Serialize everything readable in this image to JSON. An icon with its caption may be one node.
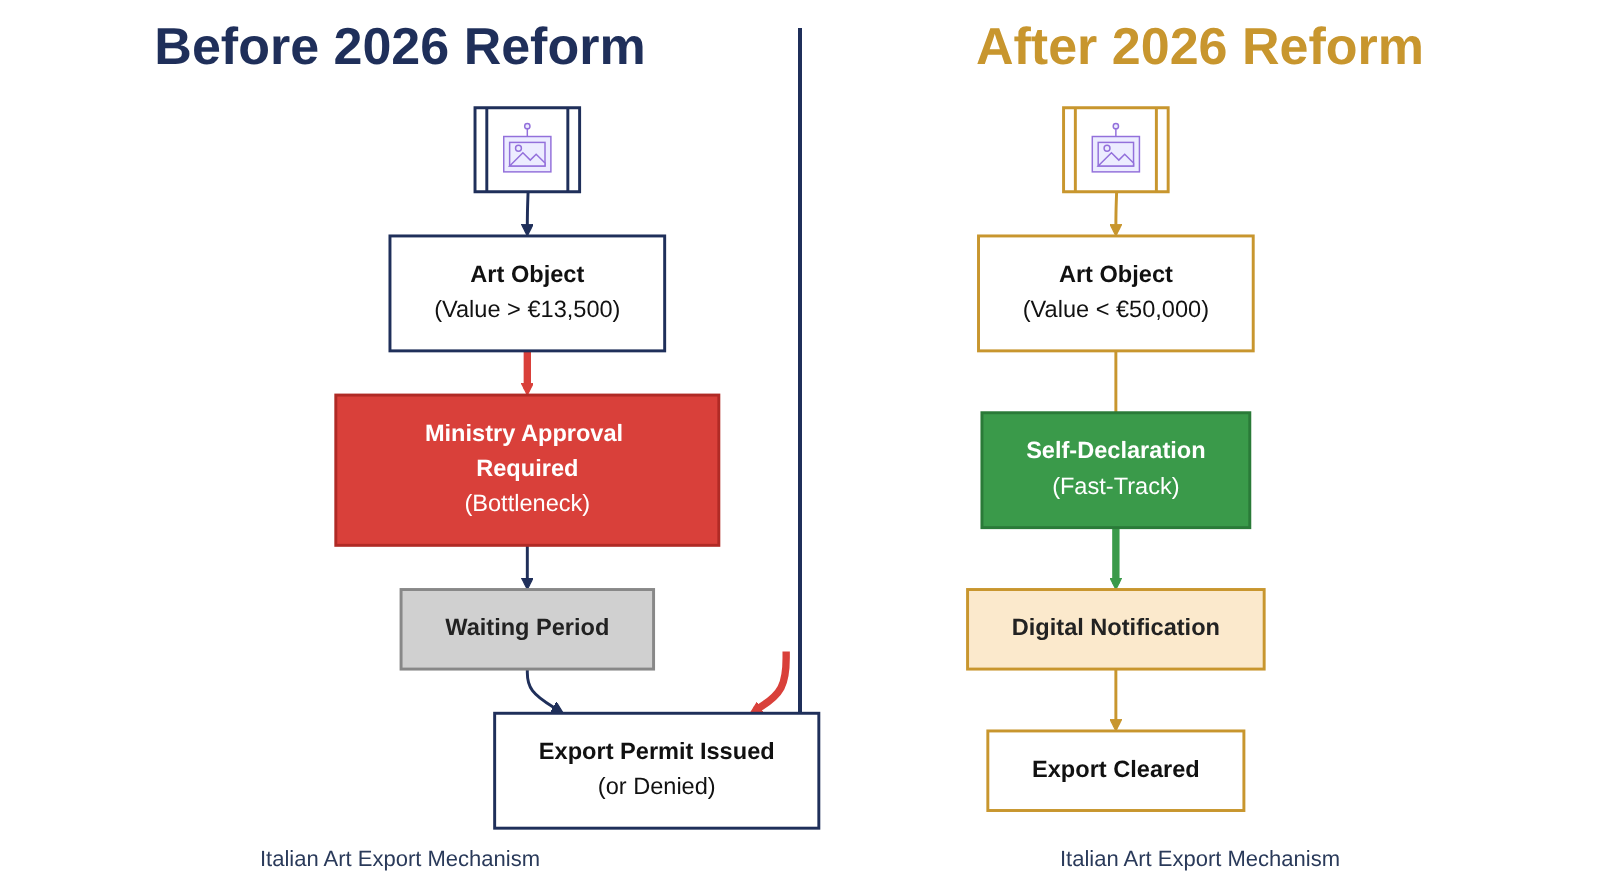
{
  "diagram": {
    "nodes": [
      {
        "text": [],
        "shape": "picture"
      },
      {
        "text": [
          "Art Object",
          "(Value > €13,500)"
        ]
      },
      {
        "text": [
          "Ministry Approval Required",
          "(Bottleneck)"
        ]
      },
      {
        "text": [
          "Waiting Period"
        ]
      },
      {
        "text": [
          "Export Permit Issued",
          "(or Denied)"
        ]
      },
      {
        "text": [],
        "shape": "picture"
      },
      {
        "text": [
          "Art Object",
          "(Value < €50,000)"
        ]
      },
      {
        "text": [
          "Self-Declaration",
          "(Fast-Track)"
        ]
      },
      {
        "text": [
          "Digital Notification"
        ]
      },
      {
        "text": [
          "Export Cleared"
        ]
      }
    ],
    "edges": [
      {
        "from": 0,
        "to": 1,
        "arrow": "to"
      },
      {
        "from": 1,
        "to": 2,
        "arrow": "to",
        "style": "thick",
        "color": "#d9403a"
      },
      {
        "from": 2,
        "to": 3,
        "arrow": "to"
      },
      {
        "from": 3,
        "to": 4,
        "arrow": "to"
      },
      {
        "from": null,
        "to": 4,
        "arrow": "to",
        "style": "thick",
        "color": "#d9403a"
      },
      {
        "from": 5,
        "to": 6,
        "arrow": "to",
        "color": "#c8962e"
      },
      {
        "from": 6,
        "to": 7,
        "arrow": "none",
        "color": "#c8962e"
      },
      {
        "from": 7,
        "to": 8,
        "arrow": "to",
        "style": "thick",
        "color": "#3a9a4a"
      },
      {
        "from": 8,
        "to": 9,
        "arrow": "to",
        "color": "#c8962e"
      }
    ],
    "labels": [
      "Before 2026 Reform",
      "After 2026 Reform",
      "Italian Art Export Mechanism",
      "Italian Art Export Mechanism"
    ]
  }
}
